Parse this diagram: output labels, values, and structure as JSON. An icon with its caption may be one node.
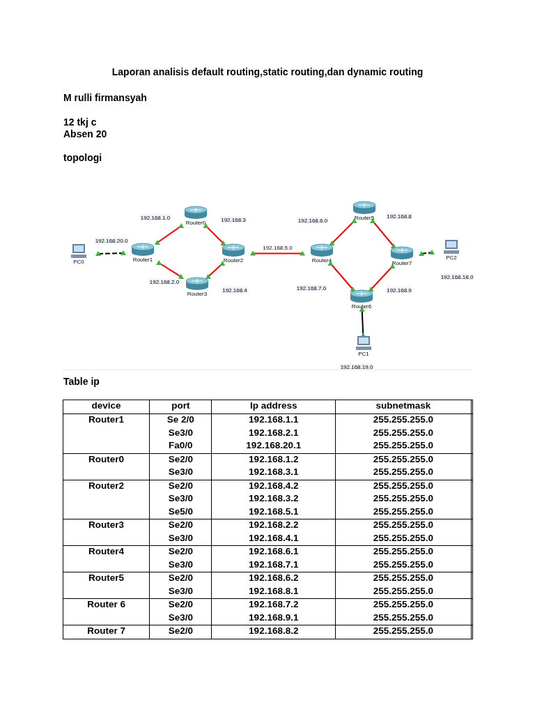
{
  "diagram": {
    "title": "Laporan analisis default routing,static routing,dan dynamic routing",
    "nodes": [
      {
        "text": [
          "PC0"
        ]
      },
      {
        "text": [
          "Router1"
        ]
      },
      {
        "text": [
          "Router0"
        ]
      },
      {
        "text": [
          "Router3"
        ]
      },
      {
        "text": [
          "Router2"
        ]
      },
      {
        "text": [
          "Router5"
        ]
      },
      {
        "text": [
          "Router4"
        ]
      },
      {
        "text": [
          "Router7"
        ]
      },
      {
        "text": [
          "PC2"
        ]
      },
      {
        "text": [
          "Router6"
        ]
      },
      {
        "text": [
          "PC1"
        ]
      }
    ],
    "edges": [
      {
        "from": 0,
        "to": 1,
        "arrow": "other",
        "style": "dashed",
        "color": "#000000"
      },
      {
        "from": 1,
        "to": 2,
        "arrow": "other"
      },
      {
        "from": 2,
        "to": 4,
        "arrow": "other"
      },
      {
        "from": 1,
        "to": 3,
        "arrow": "other"
      },
      {
        "from": 3,
        "to": 4,
        "arrow": "other"
      },
      {
        "from": 4,
        "to": 6,
        "arrow": "other",
        "label": "192.168.5.0"
      },
      {
        "from": 6,
        "to": 5,
        "arrow": "other"
      },
      {
        "from": 5,
        "to": 7,
        "arrow": "other"
      },
      {
        "from": 6,
        "to": 9,
        "arrow": "other"
      },
      {
        "from": 9,
        "to": 7,
        "arrow": "other"
      },
      {
        "from": 7,
        "to": 8,
        "arrow": "other",
        "style": "dashed",
        "color": "#000000"
      },
      {
        "from": 10,
        "to": 9,
        "arrow": "other",
        "color": "#000000"
      }
    ],
    "labels": [
      "M rulli firmansyah",
      "12 tkj c",
      "Absen 20",
      "topologi",
      "192.168.1.0",
      "192.168.3",
      "192.168.20.0",
      "192.168.2.0",
      "192.168.4",
      "192.168.6.0",
      "192.168.8",
      "192.168.7.0",
      "192.168.9",
      "192.168.18.0",
      "192.168.19.0",
      "Table ip",
      "device",
      "port",
      "Ip address",
      "subnetmask",
      "Router1",
      "Se 2/0",
      "192.168.1.1",
      "255.255.255.0",
      "Se3/0",
      "192.168.2.1",
      "255.255.255.0",
      "Fa0/0",
      "192.168.20.1",
      "255.255.255.0",
      "Router0",
      "Se2/0",
      "192.168.1.2",
      "255.255.255.0",
      "Se3/0",
      "192.168.3.1",
      "255.255.255.0",
      "Router2",
      "Se2/0",
      "192.168.4.2",
      "255.255.255.0",
      "Se3/0",
      "192.168.3.2",
      "255.255.255.0",
      "Se5/0",
      "192.168.5.1",
      "255.255.255.0",
      "Router3",
      "Se2/0",
      "192.168.2.2",
      "255.255.255.0",
      "Se3/0",
      "192.168.4.1",
      "255.255.255.0",
      "Router4",
      "Se2/0",
      "192.168.6.1",
      "255.255.255.0",
      "Se3/0",
      "192.168.7.1",
      "255.255.255.0",
      "Router5",
      "Se2/0",
      "192.168.6.2",
      "255.255.255.0",
      "Se3/0",
      "192.168.8.1",
      "255.255.255.0",
      "Router 6",
      "Se2/0",
      "192.168.7.2",
      "255.255.255.0",
      "Se3/0",
      "192.168.9.1",
      "255.255.255.0",
      "Router 7",
      "Se2/0",
      "192.168.8.2",
      "255.255.255.0"
    ]
  }
}
